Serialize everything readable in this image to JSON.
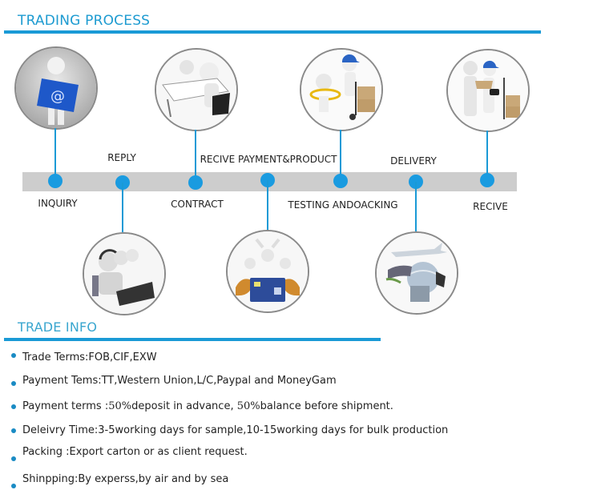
{
  "trading_process": {
    "title": "TRADING PROCESS",
    "steps": [
      {
        "label": "INQUIRY",
        "icon": "email-person-icon",
        "position": "top"
      },
      {
        "label": "REPLY",
        "icon": "call-center-icon",
        "position": "bottom"
      },
      {
        "label": "CONTRACT",
        "icon": "meeting-table-icon",
        "position": "top"
      },
      {
        "label": "RECIVE PAYMENT&PRODUCT",
        "icon": "payment-card-icon",
        "position": "bottom"
      },
      {
        "label": "TESTING ANDOACKING",
        "icon": "testing-packing-icon",
        "position": "top"
      },
      {
        "label": "DELIVERY",
        "icon": "globe-transport-icon",
        "position": "bottom"
      },
      {
        "label": "RECIVE",
        "icon": "handover-delivery-icon",
        "position": "top"
      }
    ]
  },
  "trade_info": {
    "title": "TRADE INFO",
    "items": [
      {
        "text": "Trade Terms:FOB,CIF,EXW"
      },
      {
        "text": "Payment Tems:TT,Western Union,L/C,Paypal and MoneyGam"
      },
      {
        "pre": "Payment terms :",
        "pct1": "50%",
        "mid": "deposit in advance, ",
        "pct2": "50%",
        "post": "balance before shipment."
      },
      {
        "text": "Deleivry Time:3-5working days for sample,10-15working days for bulk production"
      },
      {
        "text": "Packing :Export carton or as client request."
      },
      {
        "text": "Shinpping:By experss,by air and by sea"
      }
    ]
  },
  "colors": {
    "accent": "#1a9ad6",
    "band": "#cdcdcd",
    "title": "#1d9bd1"
  }
}
